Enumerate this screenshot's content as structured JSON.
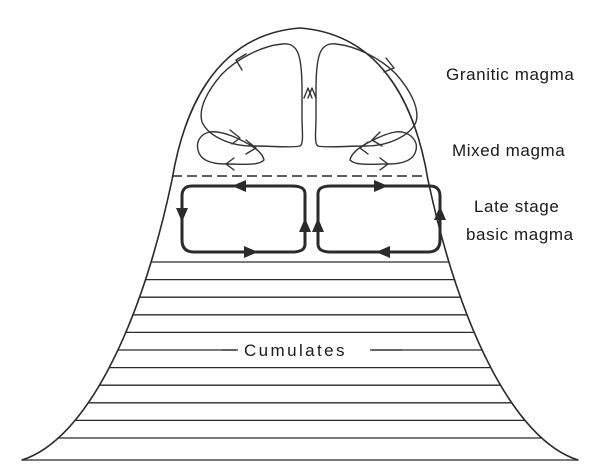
{
  "labels": {
    "granitic": "Granitic magma",
    "mixed": "Mixed magma",
    "late_stage_line1": "Late stage",
    "late_stage_line2": "basic magma",
    "cumulates": "Cumulates"
  },
  "layers": {
    "cumulate_line_count": 11
  },
  "colors": {
    "ink": "#2a2a2a",
    "background": "#ffffff"
  }
}
